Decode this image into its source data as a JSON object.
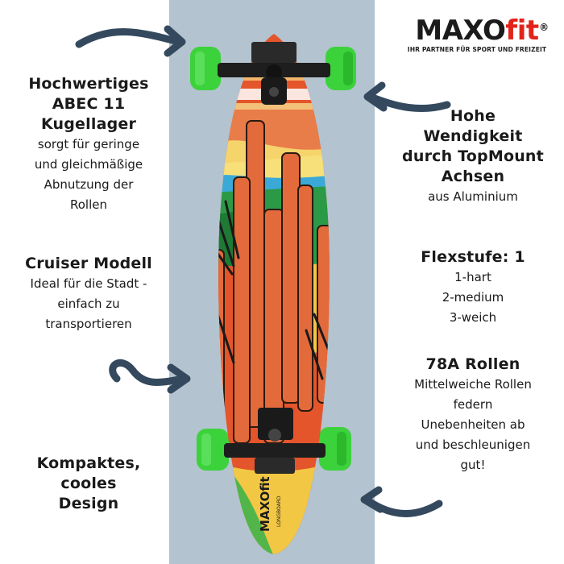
{
  "brand": {
    "name_part1": "MAXO",
    "name_part2": "fit",
    "registered": "®",
    "tagline": "IHR PARTNER FÜR SPORT UND FREIZEIT"
  },
  "left": {
    "bearings": {
      "title_lines": [
        "Hochwertiges",
        "ABEC 11",
        "Kugellager"
      ],
      "text_lines": [
        "sorgt für geringe",
        "und gleichmäßige",
        "Abnutzung der",
        "Rollen"
      ]
    },
    "cruiser": {
      "title": "Cruiser Modell",
      "text_lines": [
        "Ideal für die Stadt -",
        "einfach zu",
        "transportieren"
      ]
    },
    "design": {
      "title_lines": [
        "Kompaktes,",
        "cooles",
        "Design"
      ]
    }
  },
  "right": {
    "trucks": {
      "title_lines": [
        "Hohe",
        "Wendigkeit",
        "durch TopMount",
        "Achsen"
      ],
      "text": "aus Aluminium"
    },
    "flex": {
      "title": "Flexstufe: 1",
      "options": [
        "1-hart",
        "2-medium",
        "3-weich"
      ]
    },
    "wheels": {
      "title": "78A Rollen",
      "text_lines": [
        "Mittelweiche Rollen",
        "federn",
        "Unebenheiten ab",
        "und beschleunigen",
        "gut!"
      ]
    }
  },
  "board_logo": {
    "brand": "MAXOfit",
    "sub": "LONGBOARD"
  },
  "colors": {
    "background_stripe": "#b3c3cf",
    "deck_orange": "#e4552c",
    "wheel_green": "#3cd23c",
    "brand_red": "#e2231a"
  }
}
